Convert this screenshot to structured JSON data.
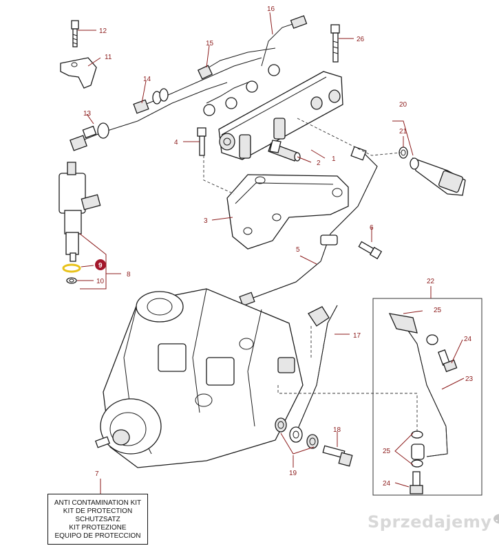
{
  "callouts": [
    "1",
    "2",
    "3",
    "4",
    "5",
    "6",
    "7",
    "8",
    "9",
    "10",
    "11",
    "12",
    "13",
    "14",
    "15",
    "16",
    "17",
    "18",
    "19",
    "20",
    "21",
    "22",
    "23",
    "24",
    "25",
    "25",
    "24",
    "26"
  ],
  "highlighted_callout": "9",
  "kit_box": {
    "line1": "ANTI CONTAMINATION KIT",
    "line2": "KIT DE PROTECTION",
    "line3": "SCHUTZSATZ",
    "line4": "KIT PROTEZIONE",
    "line5": "EQUIPO DE PROTECCION"
  },
  "watermark": {
    "text": "Sprzedajemy",
    "suffix": ".pl"
  },
  "colors": {
    "callout": "#8b1a1a",
    "highlight_ring": "#e8c21a",
    "line": "#1a1a1a"
  }
}
